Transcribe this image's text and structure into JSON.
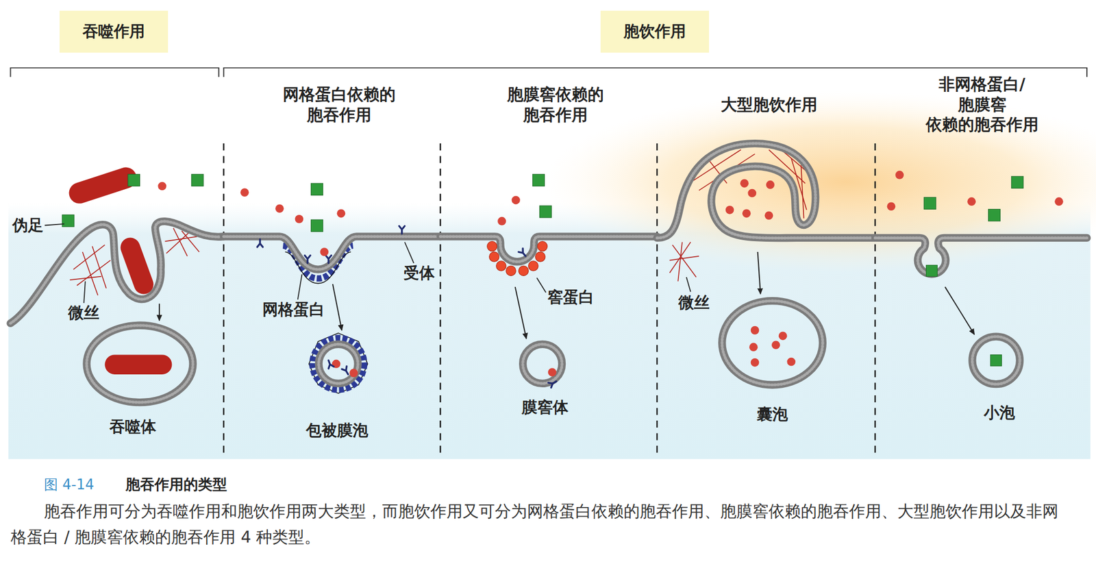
{
  "diagram": {
    "title": "胞吞作用的类型",
    "caption": "胞吞作用可分为吞噬作用和胞饮作用两大类型，而胞饮作用又可分为网格蛋白依赖的胞吞作用、胞膜窖依赖的胞吞作用、大型胞饮作用以及非网格蛋白 / 胞膜窖依赖的胞吞作用 4 种类型。",
    "nodes": [
      {
        "text": [
          "吞噬作用"
        ]
      },
      {
        "text": [
          "胞饮作用"
        ]
      }
    ],
    "labels": [
      "网格蛋白依赖的 胞吞作用",
      "胞膜窖依赖的 胞吞作用",
      "大型胞饮作用",
      "非网格蛋白/胞膜窖 依赖的胞吞作用",
      "伪足",
      "微丝",
      "吞噬体",
      "网格蛋白",
      "受体",
      "包被膜泡",
      "窖蛋白",
      "膜窖体",
      "微丝",
      "囊泡",
      "小泡",
      "图 4-14"
    ]
  }
}
